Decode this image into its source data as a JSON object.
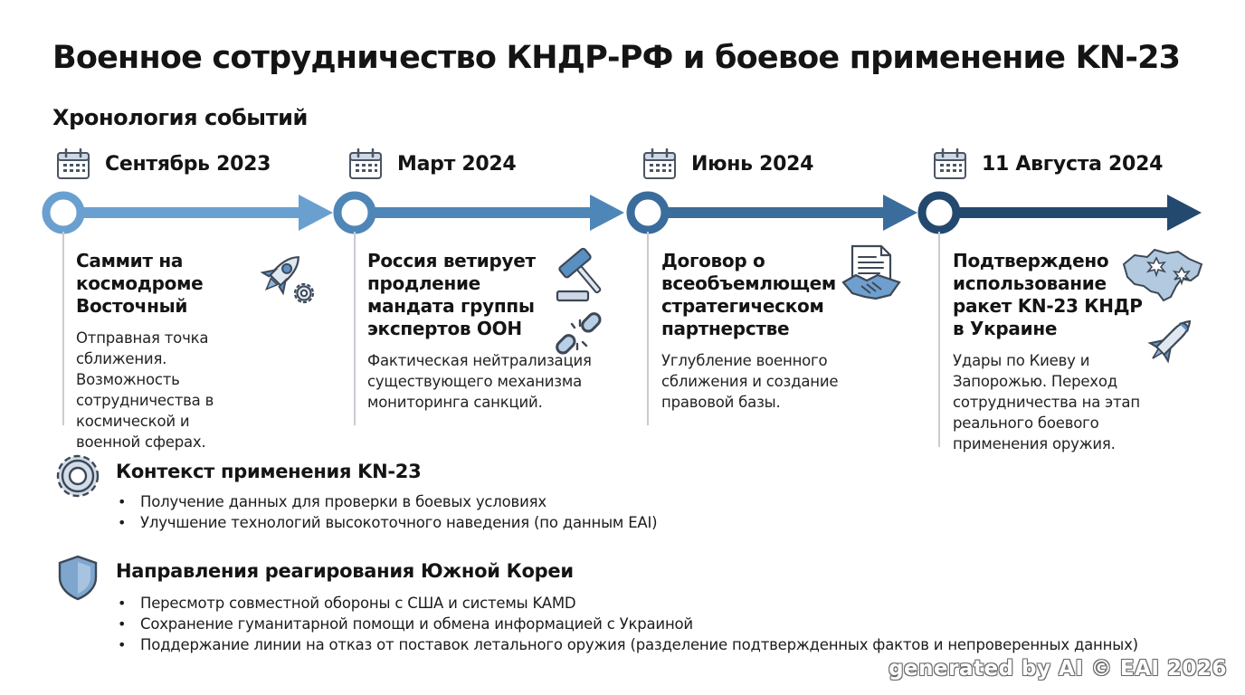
{
  "title": "Военное сотрудничество КНДР-РФ и боевое применение KN-23",
  "subtitle": "Хронология событий",
  "timeline": [
    {
      "date": "Сентябрь 2023",
      "title": "Саммит на космодроме Восточный",
      "description": "Отправная точка сближения. Возможность сотрудничества в космической и военной сферах.",
      "icons": [
        "rocket-icon",
        "gear-icon"
      ],
      "color": "#6aa0cf"
    },
    {
      "date": "Март 2024",
      "title": "Россия ветирует продление мандата группы экспертов ООН",
      "description": "Фактическая нейтрализация существующего механизма мониторинга санкций.",
      "icons": [
        "gavel-icon",
        "broken-chain-icon"
      ],
      "color": "#4f86b8"
    },
    {
      "date": "Июнь 2024",
      "title": "Договор о всеобъемлющем стратегическом партнерстве",
      "description": "Углубление военного сближения и создание правовой базы.",
      "icons": [
        "document-handshake-icon"
      ],
      "color": "#3a6c9c"
    },
    {
      "date": "11 Августа 2024",
      "title": "Подтверждено использование ракет KN-23 КНДР в Украине",
      "description": "Удары по Киеву и Запорожью. Переход сотрудничества на этап реального боевого применения оружия.",
      "icons": [
        "map-explosion-icon",
        "missile-icon"
      ],
      "color": "#24496f"
    }
  ],
  "context": {
    "title": "Контекст применения KN-23",
    "icon": "gear-icon",
    "items": [
      "Получение данных для проверки в боевых условиях",
      "Улучшение технологий высокоточного наведения (по данным EAI)"
    ]
  },
  "response": {
    "title": "Направления реагирования Южной Кореи",
    "icon": "shield-icon",
    "items": [
      "Пересмотр совместной обороны с США и системы KAMD",
      "Сохранение гуманитарной помощи и обмена информацией с Украиной",
      "Поддержание линии на отказ от поставок летального оружия (разделение подтвержденных фактов и непроверенных данных)"
    ]
  },
  "watermark": "generated by AI © EAI 2026"
}
